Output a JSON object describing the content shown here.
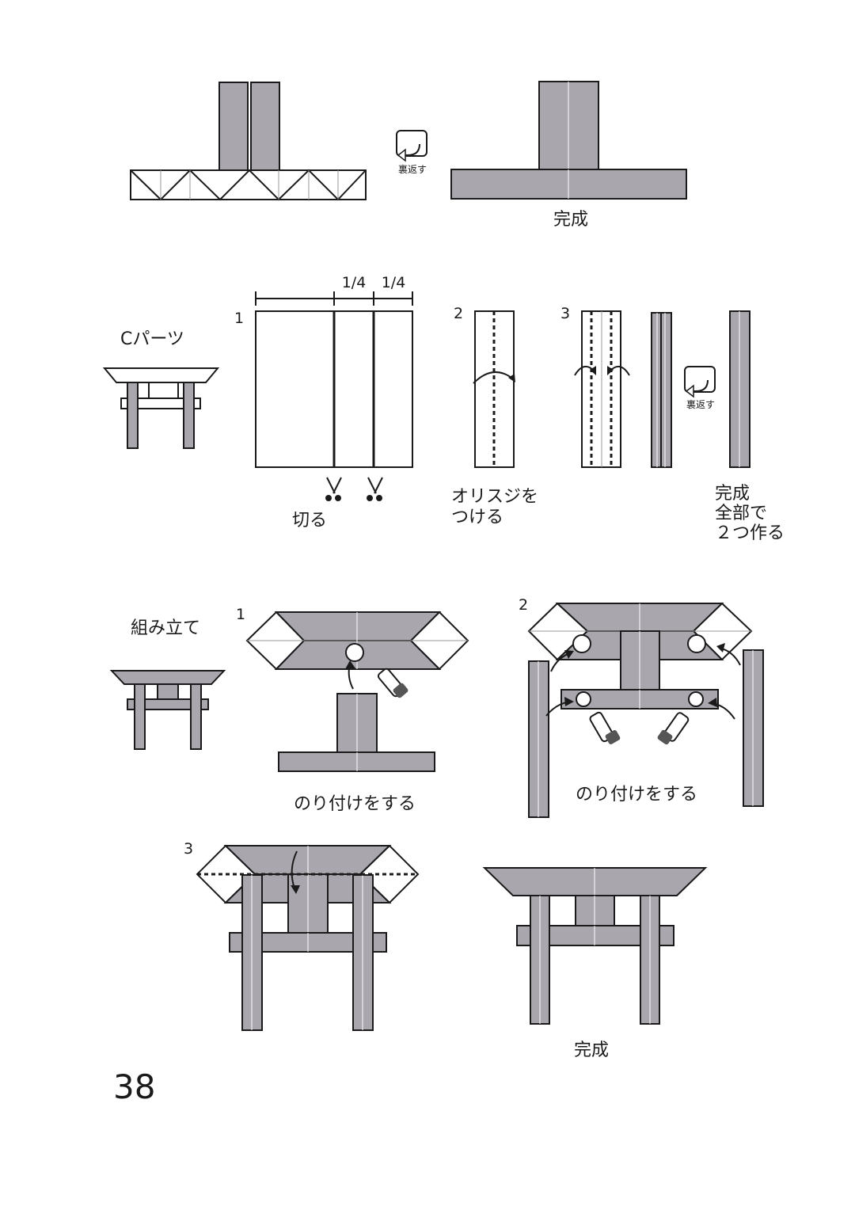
{
  "colors": {
    "paper_gray": "#a9a6ad",
    "line": "#1a1a1a",
    "background": "#ffffff"
  },
  "top_section": {
    "flip_label": "裏返す",
    "complete_label": "完成"
  },
  "c_parts": {
    "title": "Cパーツ",
    "step1_number": "1",
    "fraction_left": "1/4",
    "fraction_right": "1/4",
    "cut_label": "切る",
    "step2_number": "2",
    "crease_label_line1": "オリスジを",
    "crease_label_line2": "つける",
    "step3_number": "3",
    "flip_label": "裏返す",
    "done_line1": "完成",
    "done_line2": "全部で",
    "done_line3": "２つ作る"
  },
  "assembly": {
    "title": "組み立て",
    "step1_number": "1",
    "step1_caption": "のり付けをする",
    "step2_number": "2",
    "step2_caption": "のり付けをする",
    "step3_number": "3",
    "final_caption": "完成"
  },
  "page_number": "38"
}
